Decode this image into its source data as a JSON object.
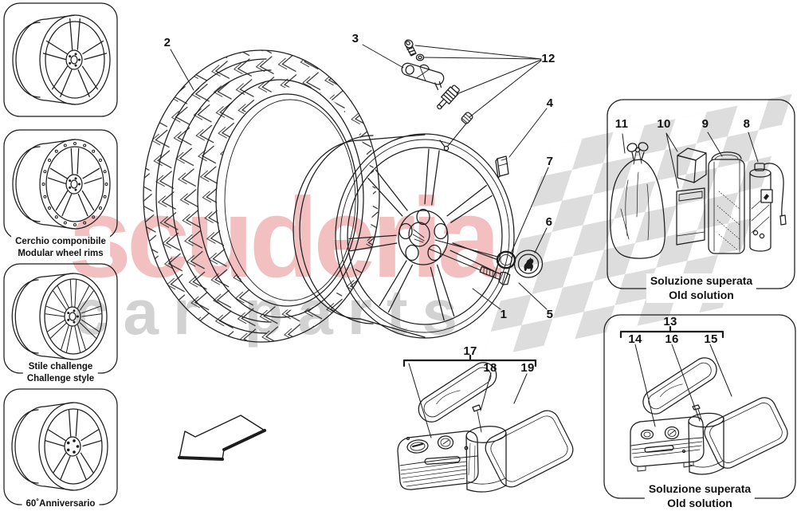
{
  "watermark": {
    "brand": "scuderia",
    "tagline": "car parts",
    "brand_color": "#f2c0c0",
    "tagline_color": "#cbcbcb",
    "flag_color": "#d9d9d9"
  },
  "line_color": "#1c1c1c",
  "callouts": {
    "c1": "1",
    "c2": "2",
    "c3": "3",
    "c4": "4",
    "c5": "5",
    "c6": "6",
    "c7": "7",
    "c8": "8",
    "c9": "9",
    "c10": "10",
    "c11": "11",
    "c12": "12",
    "c13": "13",
    "c14": "14",
    "c15": "15",
    "c16": "16",
    "c17": "17",
    "c18": "18",
    "c19": "19"
  },
  "sidebar": {
    "modular": {
      "line1": "Cerchio componibile",
      "line2": "Modular wheel rims"
    },
    "challenge": {
      "line1": "Stile challenge",
      "line2": "Challenge style"
    },
    "anniversary": {
      "line1": "60˚Anniversario"
    }
  },
  "panels": {
    "old_kit": {
      "line1": "Soluzione superata",
      "line2": "Old solution"
    },
    "old_compressor": {
      "line1": "Soluzione superata",
      "line2": "Old solution"
    }
  }
}
